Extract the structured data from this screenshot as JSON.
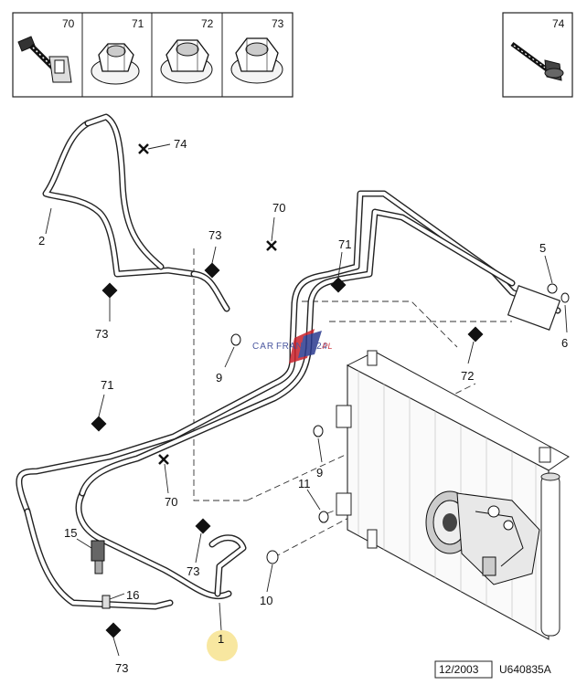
{
  "parts_boxes": [
    {
      "number": "70",
      "icon": "screw-with-clip-icon"
    },
    {
      "number": "71",
      "icon": "hex-flange-nut-icon"
    },
    {
      "number": "72",
      "icon": "hex-flange-nut-icon"
    },
    {
      "number": "73",
      "icon": "hex-flange-nut-icon"
    },
    {
      "number": "74",
      "icon": "self-tapping-screw-icon"
    }
  ],
  "callouts": [
    "74",
    "2",
    "73",
    "70",
    "71",
    "5",
    "73",
    "9",
    "6",
    "72",
    "71",
    "9",
    "70",
    "11",
    "15",
    "73",
    "16",
    "10",
    "73",
    "1"
  ],
  "watermark": {
    "part1": "CAR",
    "part2": "FRANCE24",
    "part3": ".PL"
  },
  "footer": {
    "date": "12/2003",
    "code": "U640835A"
  },
  "colors": {
    "highlight": "#f8e7a0",
    "line": "#222222",
    "watermark_red": "#c8202a",
    "watermark_blue": "#2b3a8f"
  }
}
